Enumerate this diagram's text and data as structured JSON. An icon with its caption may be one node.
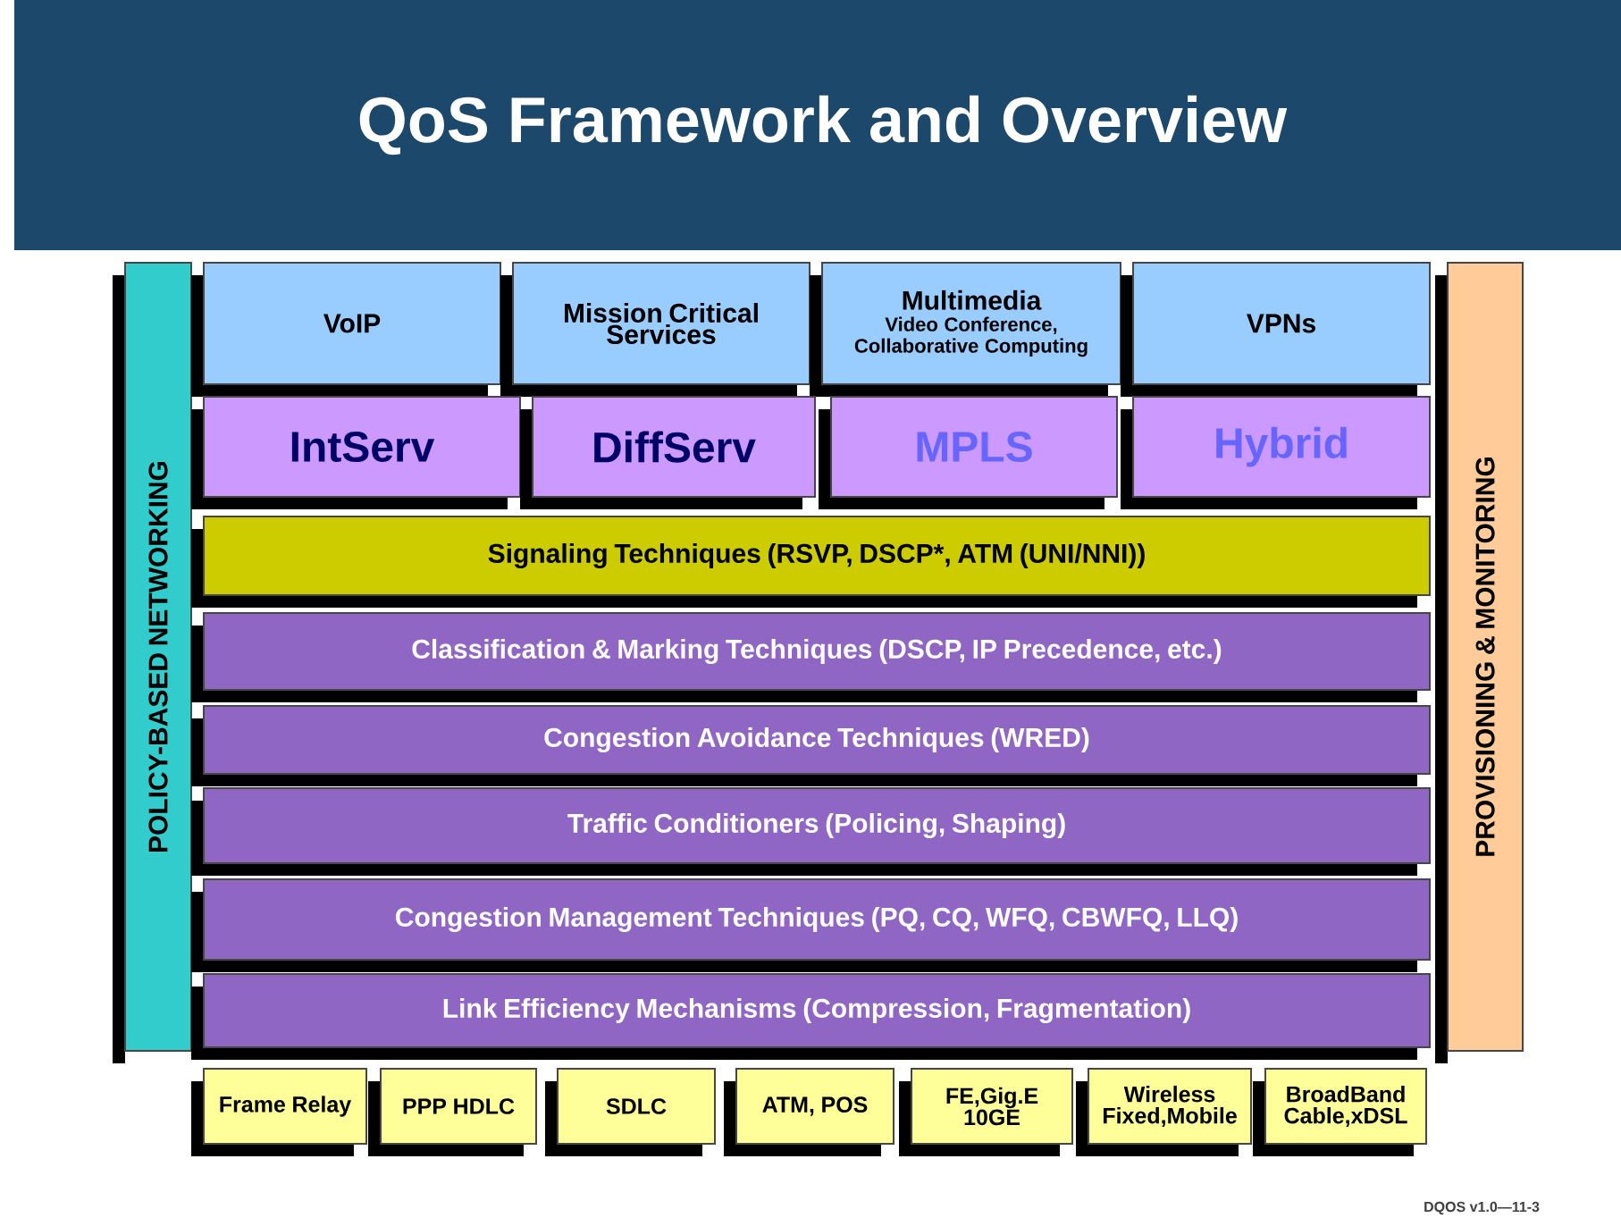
{
  "diagram": {
    "title": "QoS Framework and Overview",
    "nodes": [
      {
        "text": [
          "POLICY-BASED NETWORKING"
        ]
      },
      {
        "text": [
          "PROVISIONING & MONITORING"
        ]
      },
      {
        "text": [
          "VoIP"
        ]
      },
      {
        "text": [
          "Mission Critical Services"
        ]
      },
      {
        "text": [
          "Multimedia",
          "Video Conference, Collaborative Computing"
        ]
      },
      {
        "text": [
          "VPNs"
        ]
      },
      {
        "text": [
          "IntServ"
        ]
      },
      {
        "text": [
          "DiffServ"
        ]
      },
      {
        "text": [
          "MPLS"
        ]
      },
      {
        "text": [
          "Hybrid"
        ]
      },
      {
        "text": [
          "Signaling Techniques (RSVP, DSCP*, ATM (UNI/NNI))"
        ]
      },
      {
        "text": [
          "Classification & Marking Techniques (DSCP, IP Precedence, etc.)"
        ]
      },
      {
        "text": [
          "Congestion Avoidance Techniques (WRED)"
        ]
      },
      {
        "text": [
          "Traffic Conditioners (Policing, Shaping)"
        ]
      },
      {
        "text": [
          "Congestion Management Techniques (PQ, CQ, WFQ, CBWFQ, LLQ)"
        ]
      },
      {
        "text": [
          "Link Efficiency Mechanisms (Compression, Fragmentation)"
        ]
      },
      {
        "text": [
          "Frame Relay"
        ]
      },
      {
        "text": [
          "PPP HDLC"
        ]
      },
      {
        "text": [
          "SDLC"
        ]
      },
      {
        "text": [
          "ATM, POS"
        ]
      },
      {
        "text": [
          "FE,Gig.E 10GE"
        ]
      },
      {
        "text": [
          "Wireless Fixed,Mobile"
        ]
      },
      {
        "text": [
          "BroadBand Cable,xDSL"
        ]
      }
    ],
    "labels": [
      "DQOS v1.0—11-3"
    ]
  }
}
